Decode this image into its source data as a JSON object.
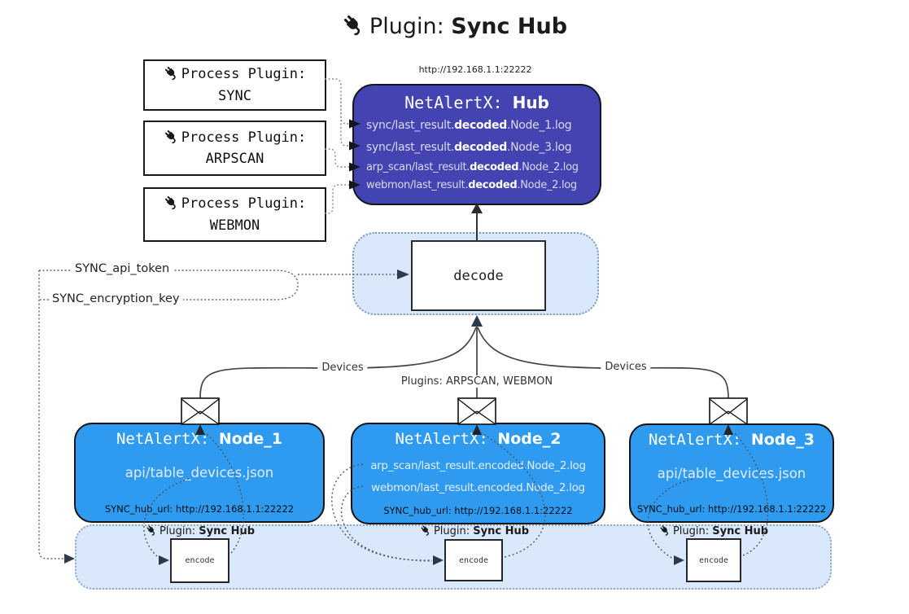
{
  "title": {
    "icon": "plug-icon",
    "prefix": "Plugin: ",
    "bold": "Sync Hub"
  },
  "process_plugins": [
    {
      "icon": "plug-icon",
      "label": "Process Plugin:",
      "name": "SYNC"
    },
    {
      "icon": "plug-icon",
      "label": "Process Plugin:",
      "name": "ARPSCAN"
    },
    {
      "icon": "plug-icon",
      "label": "Process Plugin:",
      "name": "WEBMON"
    }
  ],
  "hub": {
    "url": "http://192.168.1.1:22222",
    "title_mono": "NetAlertX: ",
    "title_bold": "Hub",
    "log_lines": [
      {
        "pre": "sync/last_result.",
        "bold": "decoded",
        "post": ".Node_1.log"
      },
      {
        "pre": "sync/last_result.",
        "bold": "decoded",
        "post": ".Node_3.log"
      },
      {
        "pre": "arp_scan/last_result.",
        "bold": "decoded",
        "post": ".Node_2.log"
      },
      {
        "pre": "webmon/last_result.",
        "bold": "decoded",
        "post": ".Node_2.log"
      }
    ]
  },
  "decode_box": {
    "label": "decode"
  },
  "settings": {
    "api_token": "SYNC_api_token",
    "encryption_key": "SYNC_encryption_key"
  },
  "edge_labels": {
    "devices_left": "Devices",
    "plugins_mid": "Plugins: ARPSCAN, WEBMON",
    "devices_right": "Devices"
  },
  "nodes": [
    {
      "title_mono": "NetAlertX: ",
      "title_bold": "Node_1",
      "files": [
        "api/table_devices.json"
      ],
      "hub_url": "SYNC_hub_url: http://192.168.1.1:22222"
    },
    {
      "title_mono": "NetAlertX: ",
      "title_bold": "Node_2",
      "files": [
        "arp_scan/last_result.encoded.Node_2.log",
        "webmon/last_result.encoded.Node_2.log"
      ],
      "hub_url": "SYNC_hub_url: http://192.168.1.1:22222"
    },
    {
      "title_mono": "NetAlertX: ",
      "title_bold": "Node_3",
      "files": [
        "api/table_devices.json"
      ],
      "hub_url": "SYNC_hub_url: http://192.168.1.1:22222"
    }
  ],
  "encoders": [
    {
      "icon": "plug-icon",
      "label_prefix": "Plugin: ",
      "label_bold": "Sync Hub",
      "box_label": "encode"
    },
    {
      "icon": "plug-icon",
      "label_prefix": "Plugin: ",
      "label_bold": "Sync Hub",
      "box_label": "encode"
    },
    {
      "icon": "plug-icon",
      "label_prefix": "Plugin: ",
      "label_bold": "Sync Hub",
      "box_label": "encode"
    }
  ],
  "icons": {
    "plug": "plug-icon",
    "envelope": "envelope-icon"
  },
  "colors": {
    "hub_fill": "#4343b2",
    "node_fill": "#2f9bf0",
    "panel_fill": "#d9e8fa",
    "panel_border": "#7d9cbc",
    "line": "#444444",
    "light_text": "#e2ecf7"
  }
}
